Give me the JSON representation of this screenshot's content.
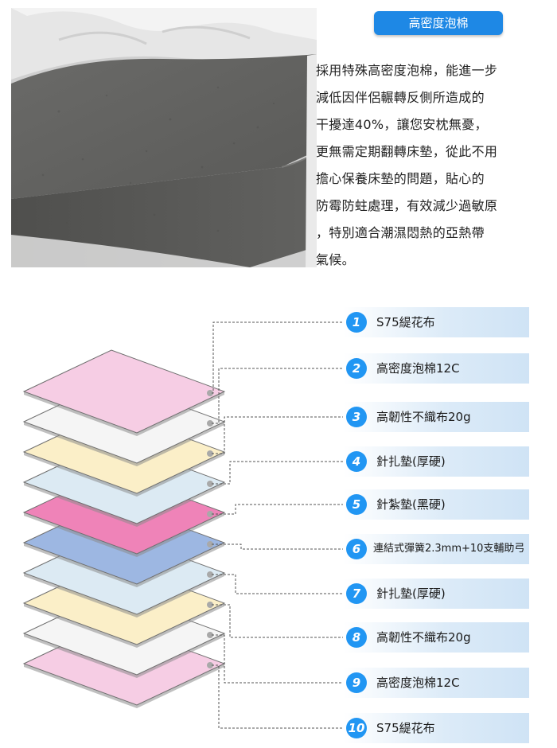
{
  "badge": "高密度泡棉",
  "description_lines": [
    "採用特殊高密度泡棉，能進一步",
    "減低因伴侶輾轉反側所造成的",
    "干擾達40%，讓您安枕無憂，",
    "更無需定期翻轉床墊，從此不用",
    "擔心保養床墊的問題，貼心的",
    "防霉防蛀處理，有效減少過敏原",
    "，特別適合潮濕悶熱的亞熱帶",
    "氣候。"
  ],
  "layers": [
    {
      "num": "1",
      "label": "S75緹花布",
      "color": "#f6cde4"
    },
    {
      "num": "2",
      "label": "高密度泡棉12C",
      "color": "#f5f5f5"
    },
    {
      "num": "3",
      "label": "高韌性不織布20g",
      "color": "#fbefc8"
    },
    {
      "num": "4",
      "label": "針扎墊(厚硬)",
      "color": "#dceaf3"
    },
    {
      "num": "5",
      "label": "針紮墊(黑硬)",
      "color": "#ef83b8"
    },
    {
      "num": "6",
      "label": "連結式彈簧2.3mm+10支輔助弓",
      "color": "#9db7e2"
    },
    {
      "num": "7",
      "label": "針扎墊(厚硬)",
      "color": "#dceaf3"
    },
    {
      "num": "8",
      "label": "高韌性不織布20g",
      "color": "#fbefc8"
    },
    {
      "num": "9",
      "label": "高密度泡棉12C",
      "color": "#f5f5f5"
    },
    {
      "num": "10",
      "label": "S75緹花布",
      "color": "#f6cde4"
    }
  ]
}
